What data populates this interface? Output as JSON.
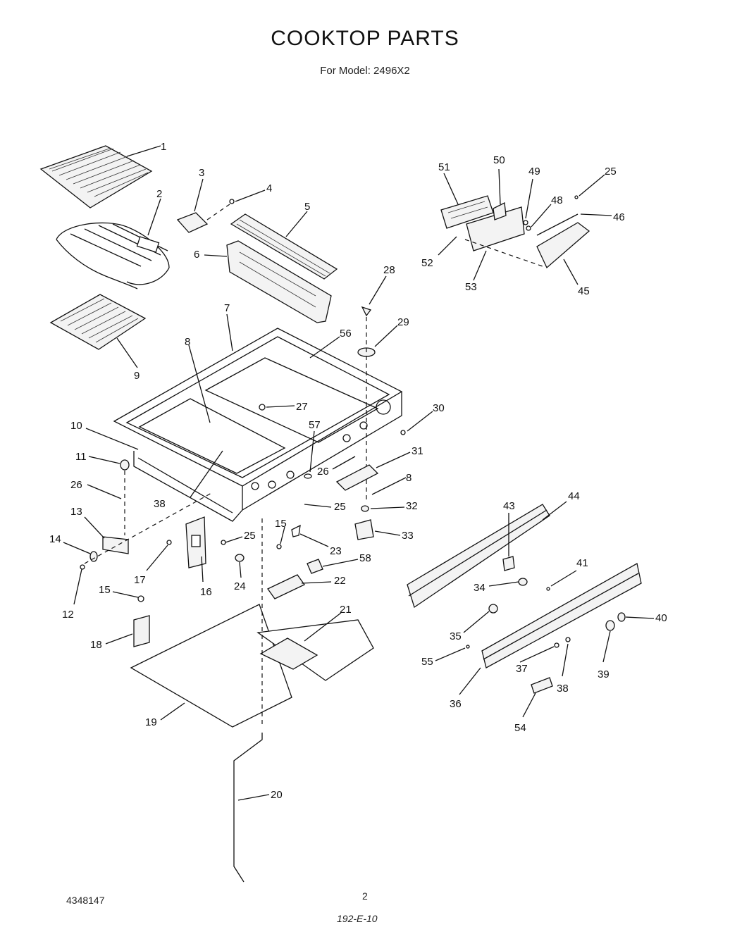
{
  "page": {
    "title": "COOKTOP PARTS",
    "subtitle": "For Model: 2496X2",
    "doc_number": "4348147",
    "page_number": "2",
    "handwritten_code": "192-E-10"
  },
  "callouts": [
    "1",
    "2",
    "3",
    "4",
    "5",
    "6",
    "7",
    "8",
    "9",
    "10",
    "11",
    "12",
    "13",
    "14",
    "15",
    "16",
    "17",
    "18",
    "19",
    "20",
    "21",
    "22",
    "23",
    "24",
    "25",
    "26",
    "27",
    "28",
    "29",
    "30",
    "31",
    "32",
    "33",
    "34",
    "35",
    "36",
    "37",
    "38",
    "39",
    "40",
    "41",
    "43",
    "44",
    "45",
    "46",
    "48",
    "49",
    "50",
    "51",
    "52",
    "53",
    "54",
    "55",
    "56",
    "57",
    "58"
  ]
}
